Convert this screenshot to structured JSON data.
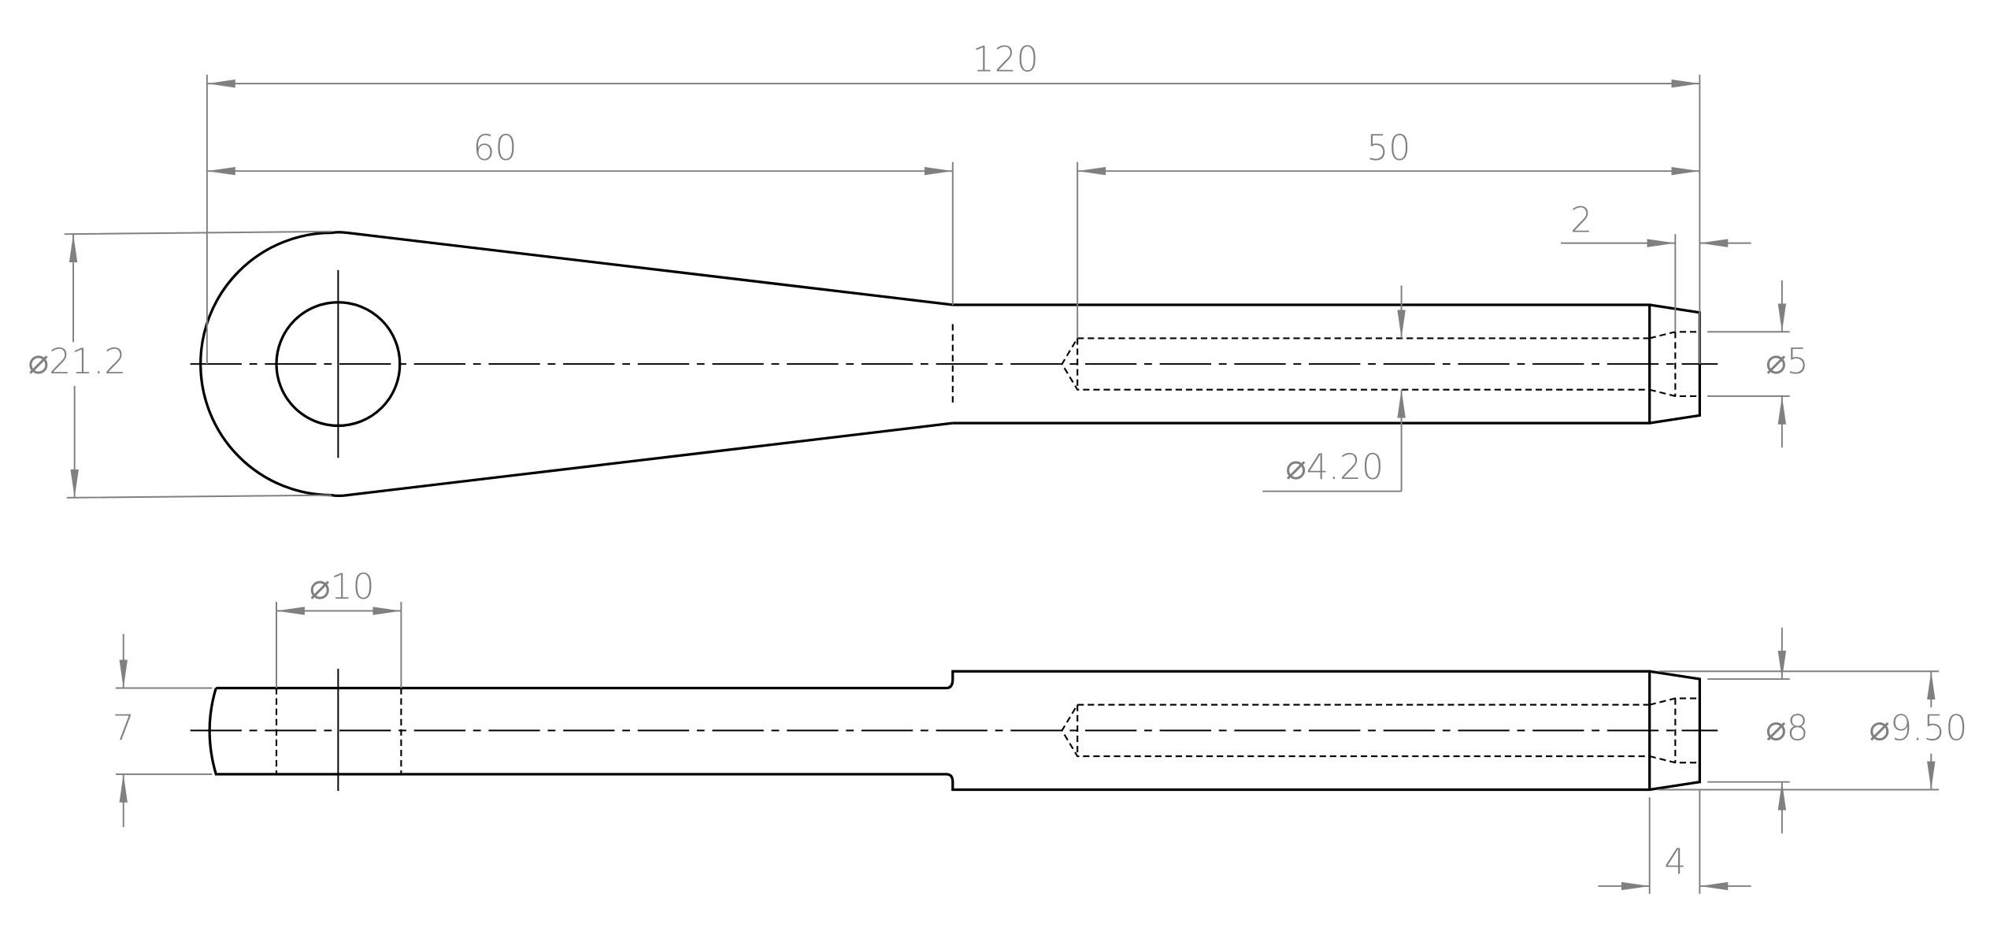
{
  "drawing": {
    "line_color": "#000000",
    "dimension_color": "#808080",
    "dimensions": {
      "overall_length": "120",
      "eye_to_shaft": "60",
      "thread_depth": "50",
      "chamfer_length": "2",
      "eye_diameter": "⌀21.2",
      "tip_diameter": "⌀5",
      "thread_hole_diameter": "⌀4.20",
      "pin_hole_diameter": "⌀10",
      "eye_thickness": "7",
      "chamfer_tip_diameter": "⌀8",
      "shaft_diameter": "⌀9.50",
      "chamfer_length_side": "4"
    }
  }
}
